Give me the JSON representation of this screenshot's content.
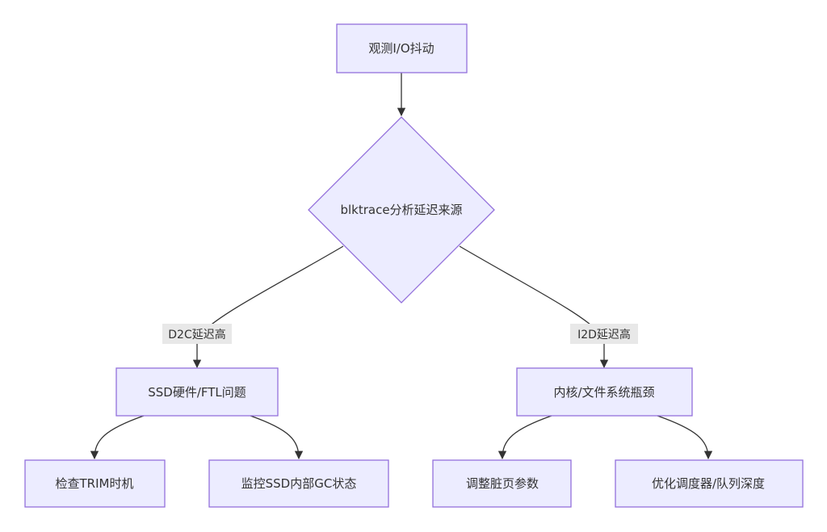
{
  "nodes": {
    "observe": "观测I/O抖动",
    "analyze": "blktrace分析延迟来源",
    "ssd": "SSD硬件/FTL问题",
    "kernel": "内核/文件系统瓶颈",
    "trim": "检查TRIM时机",
    "gc": "监控SSD内部GC状态",
    "dirty": "调整脏页参数",
    "sched": "优化调度器/队列深度"
  },
  "edge_labels": {
    "d2c": "D2C延迟高",
    "i2d": "I2D延迟高"
  },
  "colors": {
    "node_fill": "#ECECFF",
    "node_stroke": "#9370DB",
    "edge": "#333333",
    "label_bg": "#e8e8e8"
  }
}
